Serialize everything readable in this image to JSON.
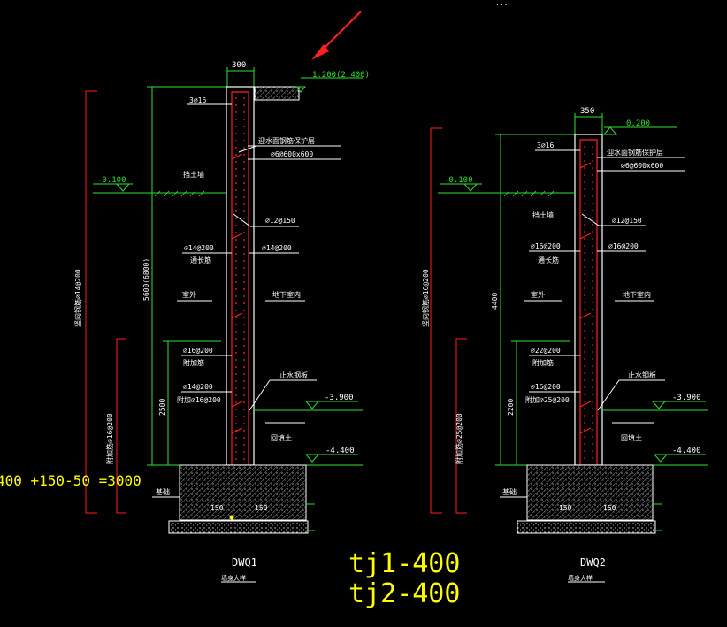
{
  "header_text": "...",
  "walls": [
    {
      "name": "DWQ1",
      "caption": "墙身大样",
      "thickness": "300",
      "top_level": "1.200(2.400)",
      "ground_level": "-0.100",
      "level_mid": "-3.900",
      "level_bottom": "-4.400",
      "top_bars": "3⌀16",
      "distribution_note": "迎水面钢筋保护层",
      "distribution_spec": "⌀6@600x600",
      "horizontal_bars": "⌀12@150",
      "vertical_bars_left": "⌀14@200",
      "vertical_bars_right": "⌀14@200",
      "vertical_bars_left_note": "通长筋",
      "outer_label": "室外",
      "inner_label": "地下室内",
      "retaining_label": "挡土墙",
      "lower_bars_1": "⌀16@200",
      "lower_bars_1_note": "附加筋",
      "lower_bars_2": "⌀14@200",
      "lower_bars_3": "附加⌀16@200",
      "waterstop_label": "止水钢板",
      "backfill_label": "回填土",
      "footing_label": "基础",
      "height_total": "5600(6800)",
      "height_lower": "2500",
      "dim_left_outer": "竖向钢筋⌀14@200",
      "dim_left_inner": "附加筋⌀16@200",
      "foot_left": "150",
      "foot_right": "150"
    },
    {
      "name": "DWQ2",
      "caption": "墙身大样",
      "thickness": "350",
      "top_level": "0.200",
      "ground_level": "-0.100",
      "level_mid": "-3.900",
      "level_bottom": "-4.400",
      "top_bars": "3⌀16",
      "distribution_note": "迎水面钢筋保护层",
      "distribution_spec": "⌀6@600x600",
      "horizontal_bars": "⌀12@150",
      "vertical_bars_left": "⌀16@200",
      "vertical_bars_right": "⌀16@200",
      "vertical_bars_left_note": "通长筋",
      "outer_label": "室外",
      "inner_label": "地下室内",
      "retaining_label": "挡土墙",
      "lower_bars_1": "⌀22@200",
      "lower_bars_1_note": "附加筋",
      "lower_bars_2": "⌀16@200",
      "lower_bars_3": "附加⌀25@200",
      "waterstop_label": "止水钢板",
      "backfill_label": "回填土",
      "footing_label": "基础",
      "height_total": "4400",
      "height_lower": "2200",
      "dim_left_outer": "竖向钢筋⌀16@200",
      "dim_left_inner": "附加筋⌀25@200",
      "foot_left": "150",
      "foot_right": "150"
    }
  ],
  "annotations": {
    "formula": "400 +150-50 =3000",
    "tj1": "tj1-400",
    "tj2": "tj2-400"
  },
  "colors": {
    "background": "#000000",
    "line_red": "#ff2020",
    "line_green": "#30e030",
    "text_white": "#ffffff",
    "annotation_yellow": "#ffff00"
  }
}
